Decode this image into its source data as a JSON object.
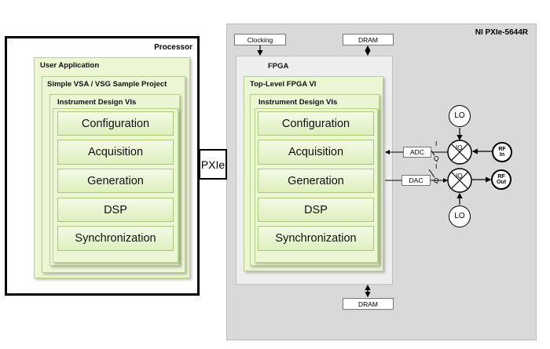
{
  "processor": {
    "title": "Processor",
    "user_application": "User Application",
    "sample_project": "Simple VSA / VSG Sample Project",
    "instrument_design": "Instrument Design VIs",
    "blocks": [
      "Configuration",
      "Acquisition",
      "Generation",
      "DSP",
      "Synchronization"
    ]
  },
  "bus": {
    "label": "PXIe"
  },
  "instrument": {
    "title": "NI PXIe-5644R",
    "clocking": "Clocking",
    "dram_top": "DRAM",
    "dram_bottom": "DRAM",
    "fpga": "FPGA",
    "top_level": "Top-Level FPGA VI",
    "instrument_design": "Instrument Design VIs",
    "blocks": [
      "Configuration",
      "Acquisition",
      "Generation",
      "DSP",
      "Synchronization"
    ],
    "adc": "ADC",
    "dac": "DAC",
    "i_label": "I",
    "q_label": "Q",
    "mixer_label": "IQ",
    "lo": "LO",
    "rf_in": [
      "RF",
      "In"
    ],
    "rf_out": [
      "RF",
      "Out"
    ]
  }
}
